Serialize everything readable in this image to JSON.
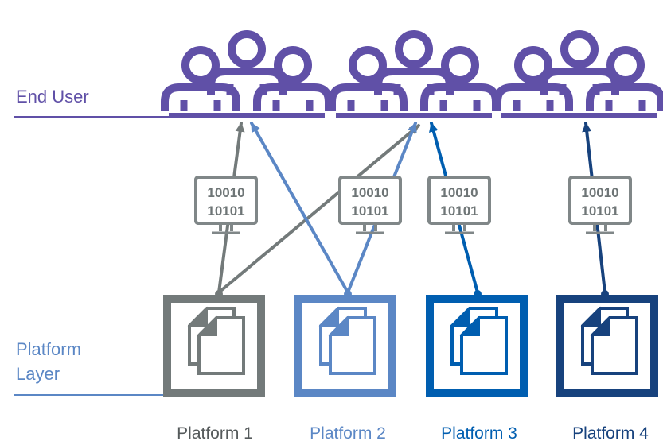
{
  "labels": {
    "end_user": "End User",
    "platform_layer_line1": "Platform",
    "platform_layer_line2": "Layer"
  },
  "data_text": {
    "line1": "10010",
    "line2": "10101"
  },
  "platforms": [
    {
      "label": "Platform 1",
      "color": "#737a7a"
    },
    {
      "label": "Platform 2",
      "color": "#5b87c5"
    },
    {
      "label": "Platform 3",
      "color": "#005eb0"
    },
    {
      "label": "Platform 4",
      "color": "#17427d"
    }
  ],
  "colors": {
    "user_group": "#6050a7",
    "data_icon": "#808788",
    "platform_layer_text": "#5b87c5",
    "platform_layer_line": "#5b87c5"
  },
  "icons": {
    "user_group": "user-group-icon",
    "data": "binary-data-icon",
    "document": "documents-icon"
  }
}
